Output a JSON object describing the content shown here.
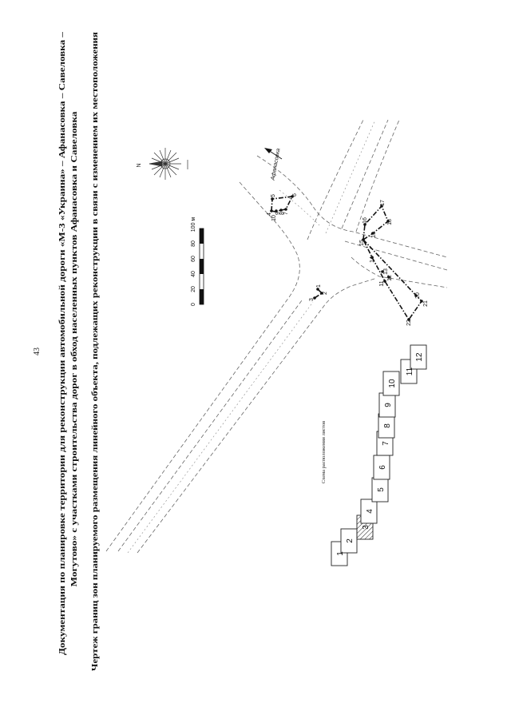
{
  "page_number": "43",
  "title": {
    "line1": "Документация по планировке территории для реконструкции автомобильной дороги «М-3 «Украина» – Афанасовка – Савеловка –",
    "line2": "Могутово» с участками строительства дорог в обход населенных пунктов Афанасовка и Савеловка",
    "subtitle": "Чертеж границ зон планируемого размещения линейного объекта, подлежащих реконструкции в связи с изменением их местоположения"
  },
  "compass": {
    "north_label": "N"
  },
  "scale": {
    "ticks": [
      "0",
      "20",
      "40",
      "60",
      "80"
    ],
    "end_label": "100 м"
  },
  "direction": {
    "label": "Афанасовка"
  },
  "points": [
    "1",
    "2",
    "3",
    "4",
    "5",
    "6",
    "7",
    "8",
    "9",
    "10",
    "11",
    "12",
    "13",
    "14",
    "15",
    "16",
    "17",
    "18",
    "19",
    "20",
    "21",
    "22"
  ],
  "sheet_scheme": {
    "caption": "Схема расположения листов",
    "sheets": [
      "1",
      "2",
      "3",
      "4",
      "5",
      "6",
      "7",
      "8",
      "9",
      "10",
      "11",
      "12"
    ]
  }
}
